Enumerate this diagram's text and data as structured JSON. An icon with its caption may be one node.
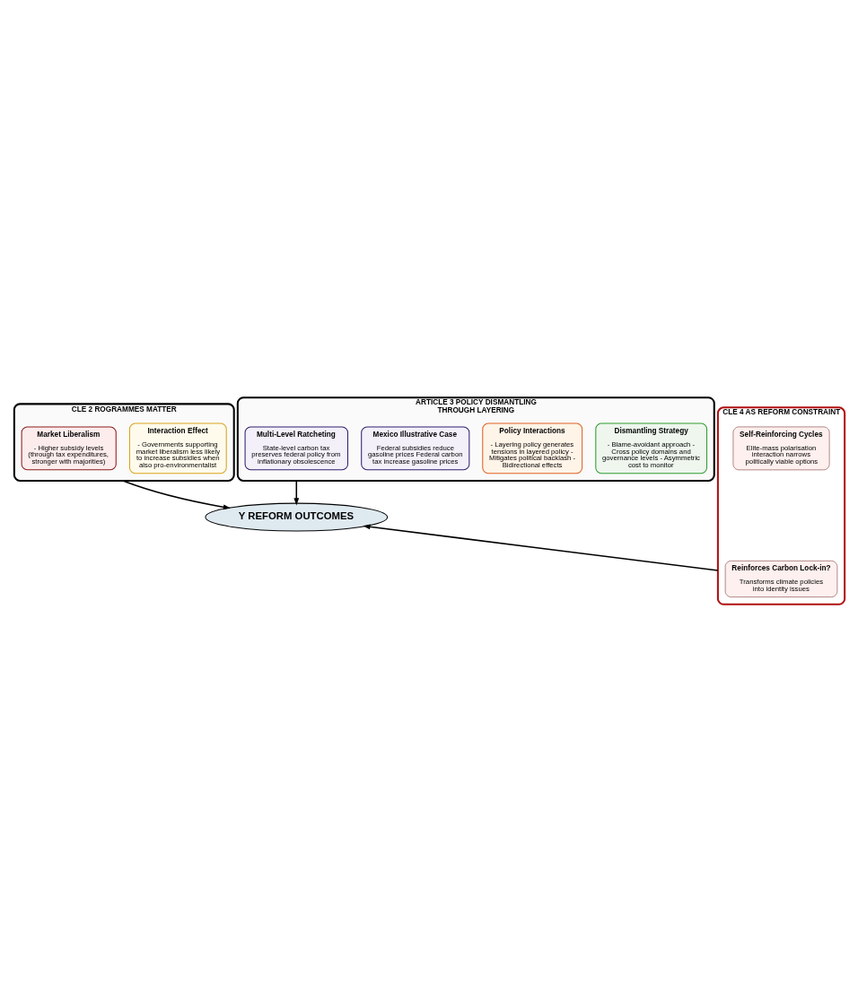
{
  "diagram": {
    "nodes": [
      {
        "text": [
          "CLE 2 ROGRAMMES MATTER"
        ]
      },
      {
        "text": [
          "Interaction Effect",
          "- Governments supporting market liberalism less likely to increase subsidies when also pro-environmentalist"
        ],
        "in": 0
      },
      {
        "text": [
          "Market Liberalism",
          "- Higher subsidy levels (through tax expenditures, stronger with majorities)"
        ],
        "in": 0
      },
      {
        "text": [
          "ARTICLE 3 POLICY DISMANTLING THROUGH LAYERING"
        ]
      },
      {
        "text": [
          "Dismantling Strategy",
          "- Blame-avoidant approach - Cross policy domains and governance levels - Asymmetric cost to monitor"
        ],
        "in": 3
      },
      {
        "text": [
          "Policy Interactions",
          "- Layering policy generates tensions in layered policy - Mitigates political backlash - Bidirectional effects"
        ],
        "in": 3
      },
      {
        "text": [
          "Mexico Illustrative Case",
          "Federal subsidies reduce gasoline prices Federal carbon tax increase gasoline prices"
        ],
        "in": 3
      },
      {
        "text": [
          "Multi-Level Ratcheting",
          "State-level carbon tax preserves federal policy from inflationary obsolescence"
        ],
        "in": 3
      },
      {
        "text": [
          "Y REFORM OUTCOMES"
        ]
      },
      {
        "text": [
          "CLE 4 AS REFORM CONSTRAINT"
        ]
      },
      {
        "text": [
          "Self-Reinforcing Cycles",
          "Elite-mass polarisation interaction narrows politically viable options"
        ],
        "in": 9
      },
      {
        "text": [
          "Reinforces Carbon Lock-in?",
          "Transforms climate policies into identity issues"
        ],
        "in": 9
      }
    ],
    "edges": [
      {
        "from": 0,
        "to": 8,
        "arrow": "to"
      },
      {
        "from": 3,
        "to": 8,
        "arrow": "to"
      },
      {
        "from": 9,
        "to": 8,
        "arrow": "to"
      }
    ]
  }
}
